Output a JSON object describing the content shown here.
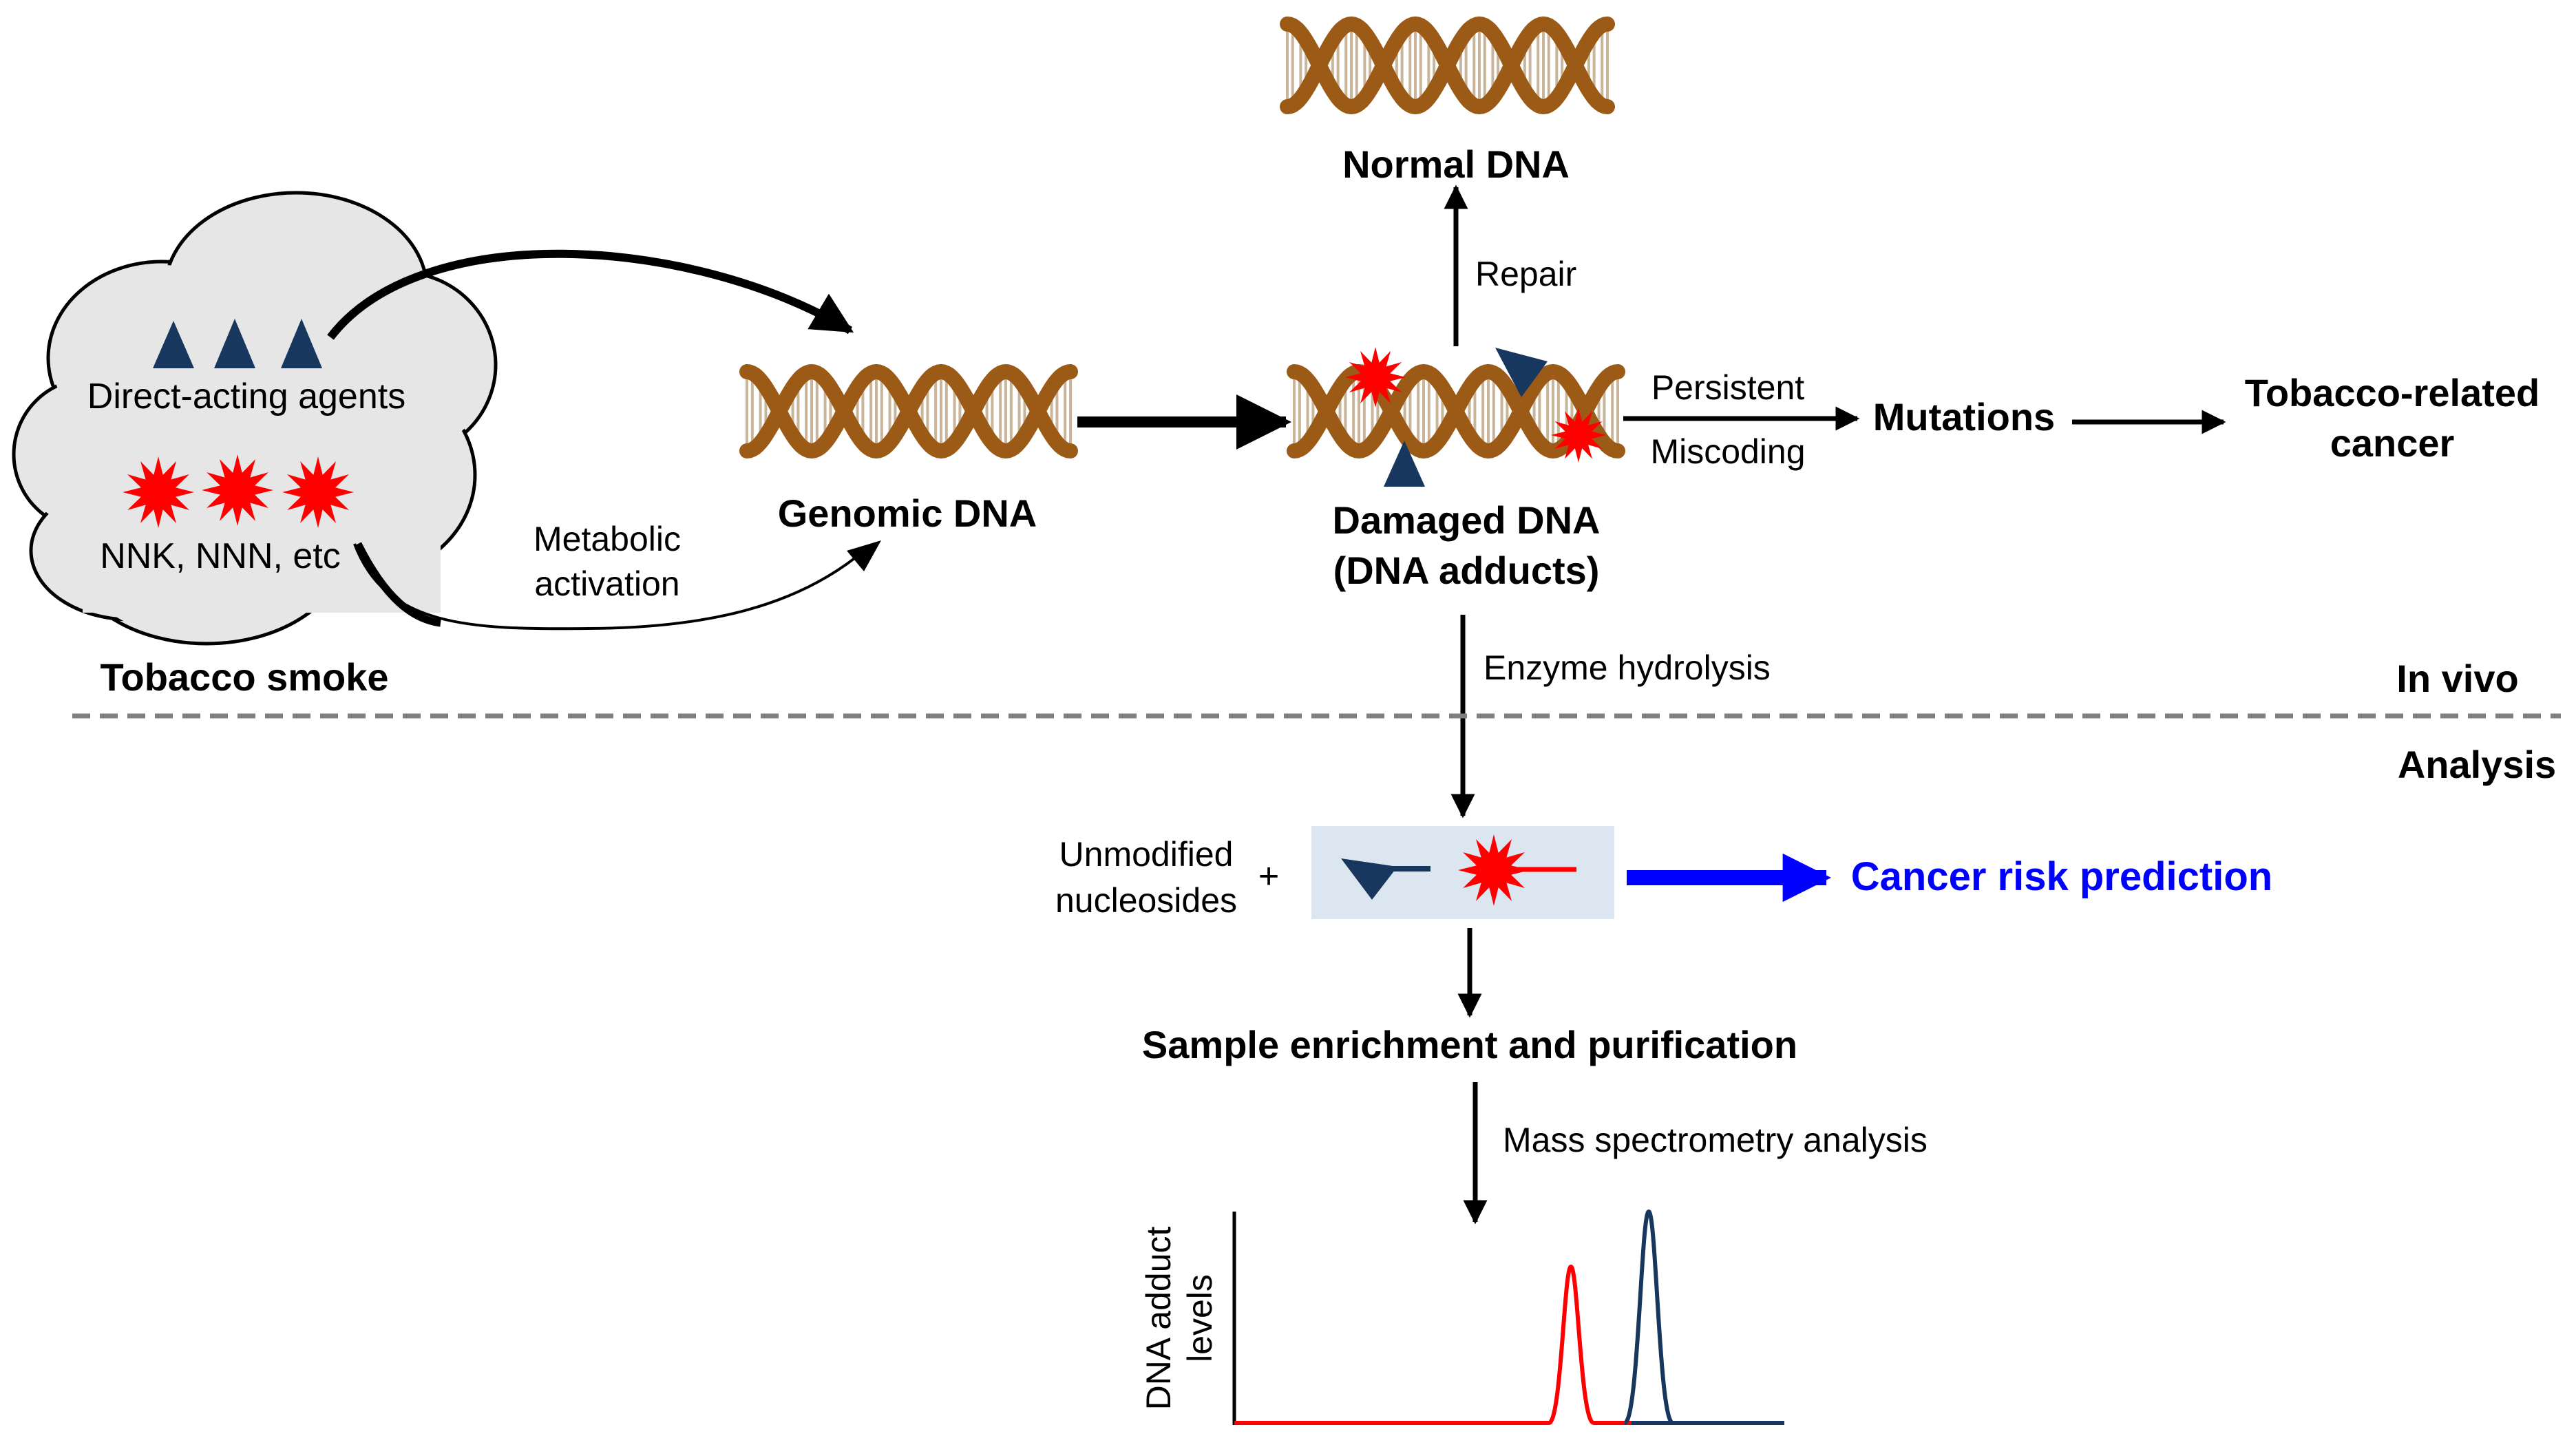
{
  "smoke": {
    "direct_label": "Direct-acting agents",
    "nnk_label": "NNK, NNN, etc",
    "caption": "Tobacco smoke"
  },
  "labels": {
    "metabolic_line1": "Metabolic",
    "metabolic_line2": "activation",
    "genomic_dna": "Genomic DNA",
    "normal_dna": "Normal DNA",
    "repair": "Repair",
    "damaged_line1": "Damaged DNA",
    "damaged_line2": "(DNA adducts)",
    "persistent": "Persistent",
    "miscoding": "Miscoding",
    "mutations": "Mutations",
    "cancer_line1": "Tobacco-related",
    "cancer_line2": "cancer",
    "enzyme": "Enzyme hydrolysis",
    "in_vivo": "In vivo",
    "analysis": "Analysis",
    "unmodified_line1": "Unmodified",
    "unmodified_line2": "nucleosides",
    "plus": "+",
    "risk": "Cancer risk prediction",
    "sample": "Sample enrichment and purification",
    "mass_spec": "Mass spectrometry analysis",
    "ylabel_line1": "DNA adduct",
    "ylabel_line2": "levels"
  },
  "colors": {
    "dna_brown": "#9b5b17",
    "dna_rung": "#c9b59a",
    "navy": "#17375e",
    "red": "#ff0000",
    "blue": "#0000ff",
    "cloud_fill": "#e6e6e6",
    "box_fill": "#dbe6f1",
    "dashed_line": "#808080"
  },
  "icons": [
    "dna-double-helix-icon",
    "triangle-agent-icon",
    "starburst-adduct-icon",
    "cloud-shape"
  ]
}
